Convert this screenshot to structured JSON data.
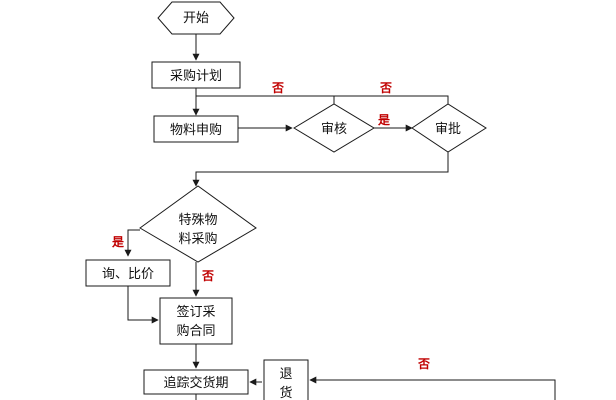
{
  "nodes": {
    "start": "开始",
    "plan": "采购计划",
    "request": "物料申购",
    "review": "审核",
    "approve": "审批",
    "special_line1": "特殊物",
    "special_line2": "料采购",
    "inquiry": "询、比价",
    "sign_line1": "签订采",
    "sign_line2": "购合同",
    "track": "追踪交货期",
    "return_line1": "退",
    "return_line2": "货"
  },
  "edge_labels": {
    "review_no": "否",
    "approve_no": "否",
    "review_yes": "是",
    "special_yes": "是",
    "special_no": "否",
    "return_no": "否"
  },
  "colors": {
    "line": "#1a1a1a",
    "branch_label": "#c00000",
    "box_fill": "#ffffff"
  }
}
